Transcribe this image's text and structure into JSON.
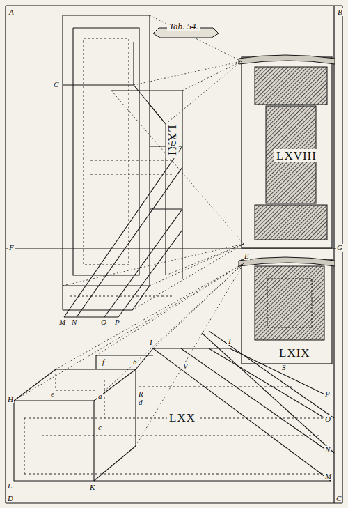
{
  "diagram": {
    "title": "Tab. 54.",
    "labels": [
      "A",
      "B",
      "F",
      "E",
      "G",
      "LXXI",
      "LXVIII",
      "C",
      "D",
      "M",
      "N",
      "O",
      "P",
      "LXIX",
      "LXX",
      "H",
      "L",
      "K",
      "D",
      "C",
      "M",
      "N",
      "O",
      "P",
      "S",
      "T",
      "I",
      "V",
      "R",
      "a",
      "b",
      "c",
      "d",
      "e",
      "f"
    ]
  }
}
